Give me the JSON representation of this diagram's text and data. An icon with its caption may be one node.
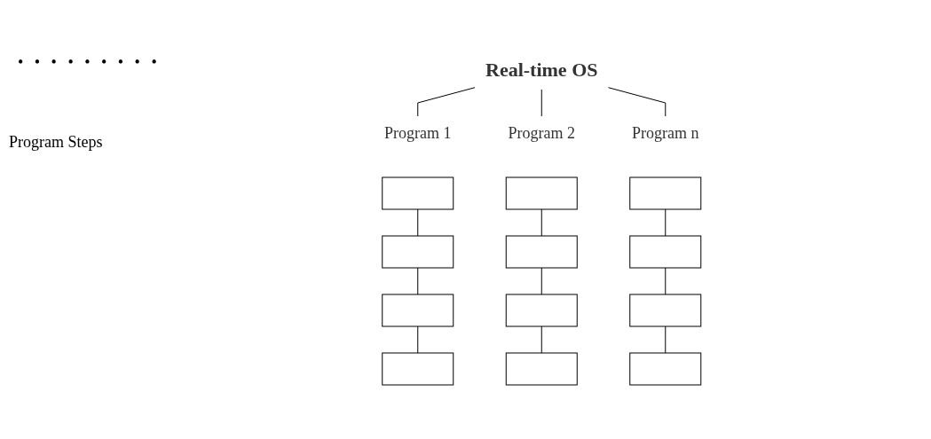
{
  "diagram": {
    "nodes": [
      {
        "text": [
          "Real-time OS"
        ]
      },
      {
        "text": [
          "Program 1"
        ]
      },
      {
        "text": [
          "Program 2"
        ]
      },
      {
        "text": [
          "Program n"
        ]
      },
      {
        "text": [],
        "shape": "box"
      },
      {
        "text": [],
        "shape": "box"
      },
      {
        "text": [],
        "shape": "box"
      },
      {
        "text": [],
        "shape": "box"
      },
      {
        "text": [],
        "shape": "box"
      },
      {
        "text": [],
        "shape": "box"
      },
      {
        "text": [],
        "shape": "box"
      },
      {
        "text": [],
        "shape": "box"
      },
      {
        "text": [],
        "shape": "box"
      },
      {
        "text": [],
        "shape": "box"
      },
      {
        "text": [],
        "shape": "box"
      },
      {
        "text": [],
        "shape": "box"
      }
    ],
    "edges": [
      {
        "from": 0,
        "to": 1,
        "arrow": "none"
      },
      {
        "from": 0,
        "to": 2,
        "arrow": "none"
      },
      {
        "from": 0,
        "to": 3,
        "arrow": "none"
      },
      {
        "from": 4,
        "to": 5,
        "arrow": "none"
      },
      {
        "from": 5,
        "to": 6,
        "arrow": "none"
      },
      {
        "from": 6,
        "to": 7,
        "arrow": "none"
      },
      {
        "from": 8,
        "to": 9,
        "arrow": "none"
      },
      {
        "from": 9,
        "to": 10,
        "arrow": "none"
      },
      {
        "from": 10,
        "to": 11,
        "arrow": "none"
      },
      {
        "from": 12,
        "to": 13,
        "arrow": "none"
      },
      {
        "from": 13,
        "to": 14,
        "arrow": "none"
      },
      {
        "from": 14,
        "to": 15,
        "arrow": "none"
      }
    ],
    "labels": [
      "Program Steps",
      "• • • • • • • • •"
    ]
  }
}
